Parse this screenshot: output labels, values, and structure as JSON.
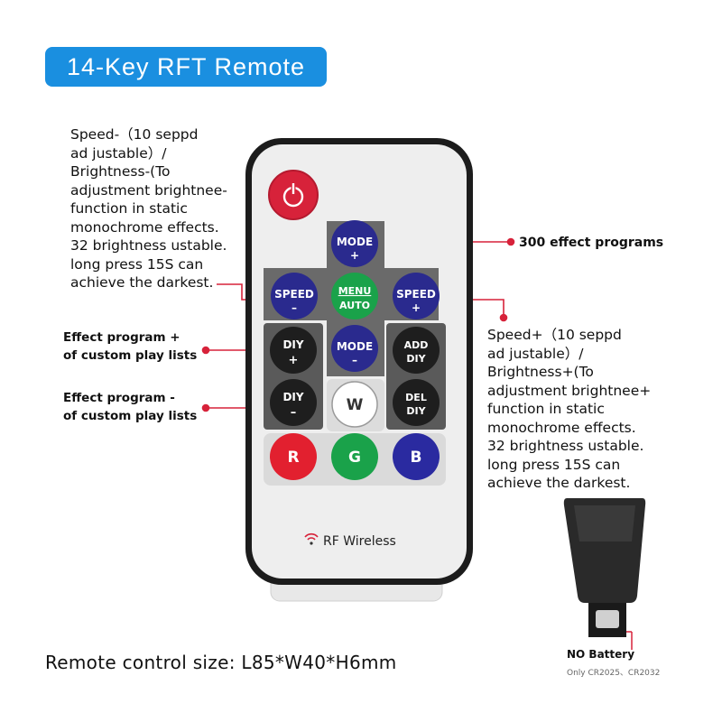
{
  "title": "14-Key RFT Remote",
  "annotations": {
    "speed_minus": "Speed-（10 seppd\nad justable）/\nBrightness-(To\nadjustment brightnee-\nfunction in static\nmonochrome effects.\n32 brightness ustable.\nlong press 15S can\nachieve the darkest.",
    "effect_programs": "300 effect  programs",
    "effect_plus": "Effect  program +\nof custom play lists",
    "effect_minus": "Effect  program -\nof custom play lists",
    "speed_plus": "Speed+（10 seppd\nad justable）/\nBrightness+(To\nadjustment brightnee+\nfunction in static\nmonochrome effects.\n32 brightness ustable.\nlong press 15S can\nachieve the darkest."
  },
  "remote": {
    "buttons": {
      "mode_plus": [
        "MODE",
        "+"
      ],
      "speed_minus": [
        "SPEED",
        "–"
      ],
      "menu_auto": [
        "MENU",
        "AUTO"
      ],
      "speed_plus": [
        "SPEED",
        "+"
      ],
      "diy_plus": [
        "DIY",
        "+"
      ],
      "mode_minus": [
        "MODE",
        "–"
      ],
      "add_diy": [
        "ADD",
        "DIY"
      ],
      "diy_minus": [
        "DIY",
        "–"
      ],
      "w": "W",
      "del_diy": [
        "DEL",
        "DIY"
      ],
      "r": "R",
      "g": "G",
      "b": "B"
    },
    "brand": "RF Wireless"
  },
  "size_text": "Remote control size: L85*W40*H6mm",
  "battery": {
    "label": "NO Battery",
    "note": "Only CR2025、CR2032"
  },
  "colors": {
    "badge": "#1a8fe0",
    "power": "#d7223a",
    "blue_button": "#2a2a8e",
    "green_button": "#1aa24a",
    "red_button": "#e2202f",
    "b_button": "#2a2aa0",
    "leader_line": "#d7223a"
  }
}
